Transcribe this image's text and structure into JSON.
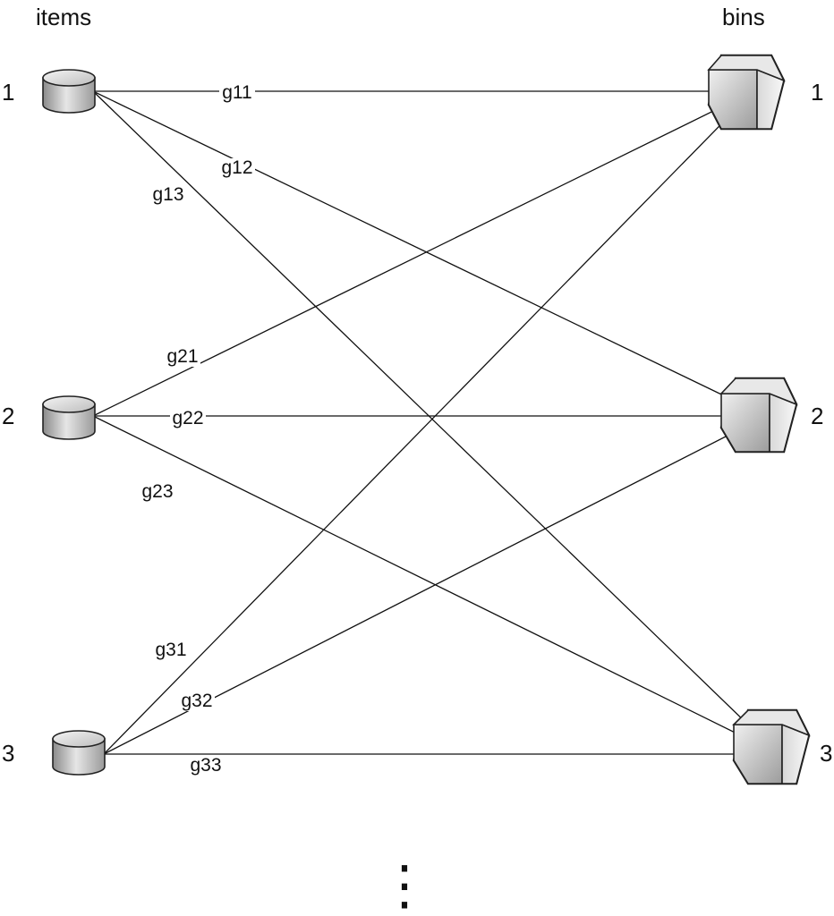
{
  "headers": {
    "items": "items",
    "bins": "bins"
  },
  "items": [
    {
      "label": "1"
    },
    {
      "label": "2"
    },
    {
      "label": "3"
    }
  ],
  "bins": [
    {
      "label": "1"
    },
    {
      "label": "2"
    },
    {
      "label": "3"
    }
  ],
  "edges": [
    {
      "label": "g11",
      "item": 0,
      "bin": 0
    },
    {
      "label": "g12",
      "item": 0,
      "bin": 1
    },
    {
      "label": "g13",
      "item": 0,
      "bin": 2
    },
    {
      "label": "g21",
      "item": 1,
      "bin": 0
    },
    {
      "label": "g22",
      "item": 1,
      "bin": 1
    },
    {
      "label": "g23",
      "item": 1,
      "bin": 2
    },
    {
      "label": "g31",
      "item": 2,
      "bin": 0
    },
    {
      "label": "g32",
      "item": 2,
      "bin": 1
    },
    {
      "label": "g33",
      "item": 2,
      "bin": 2
    }
  ],
  "continuation": "⋮"
}
